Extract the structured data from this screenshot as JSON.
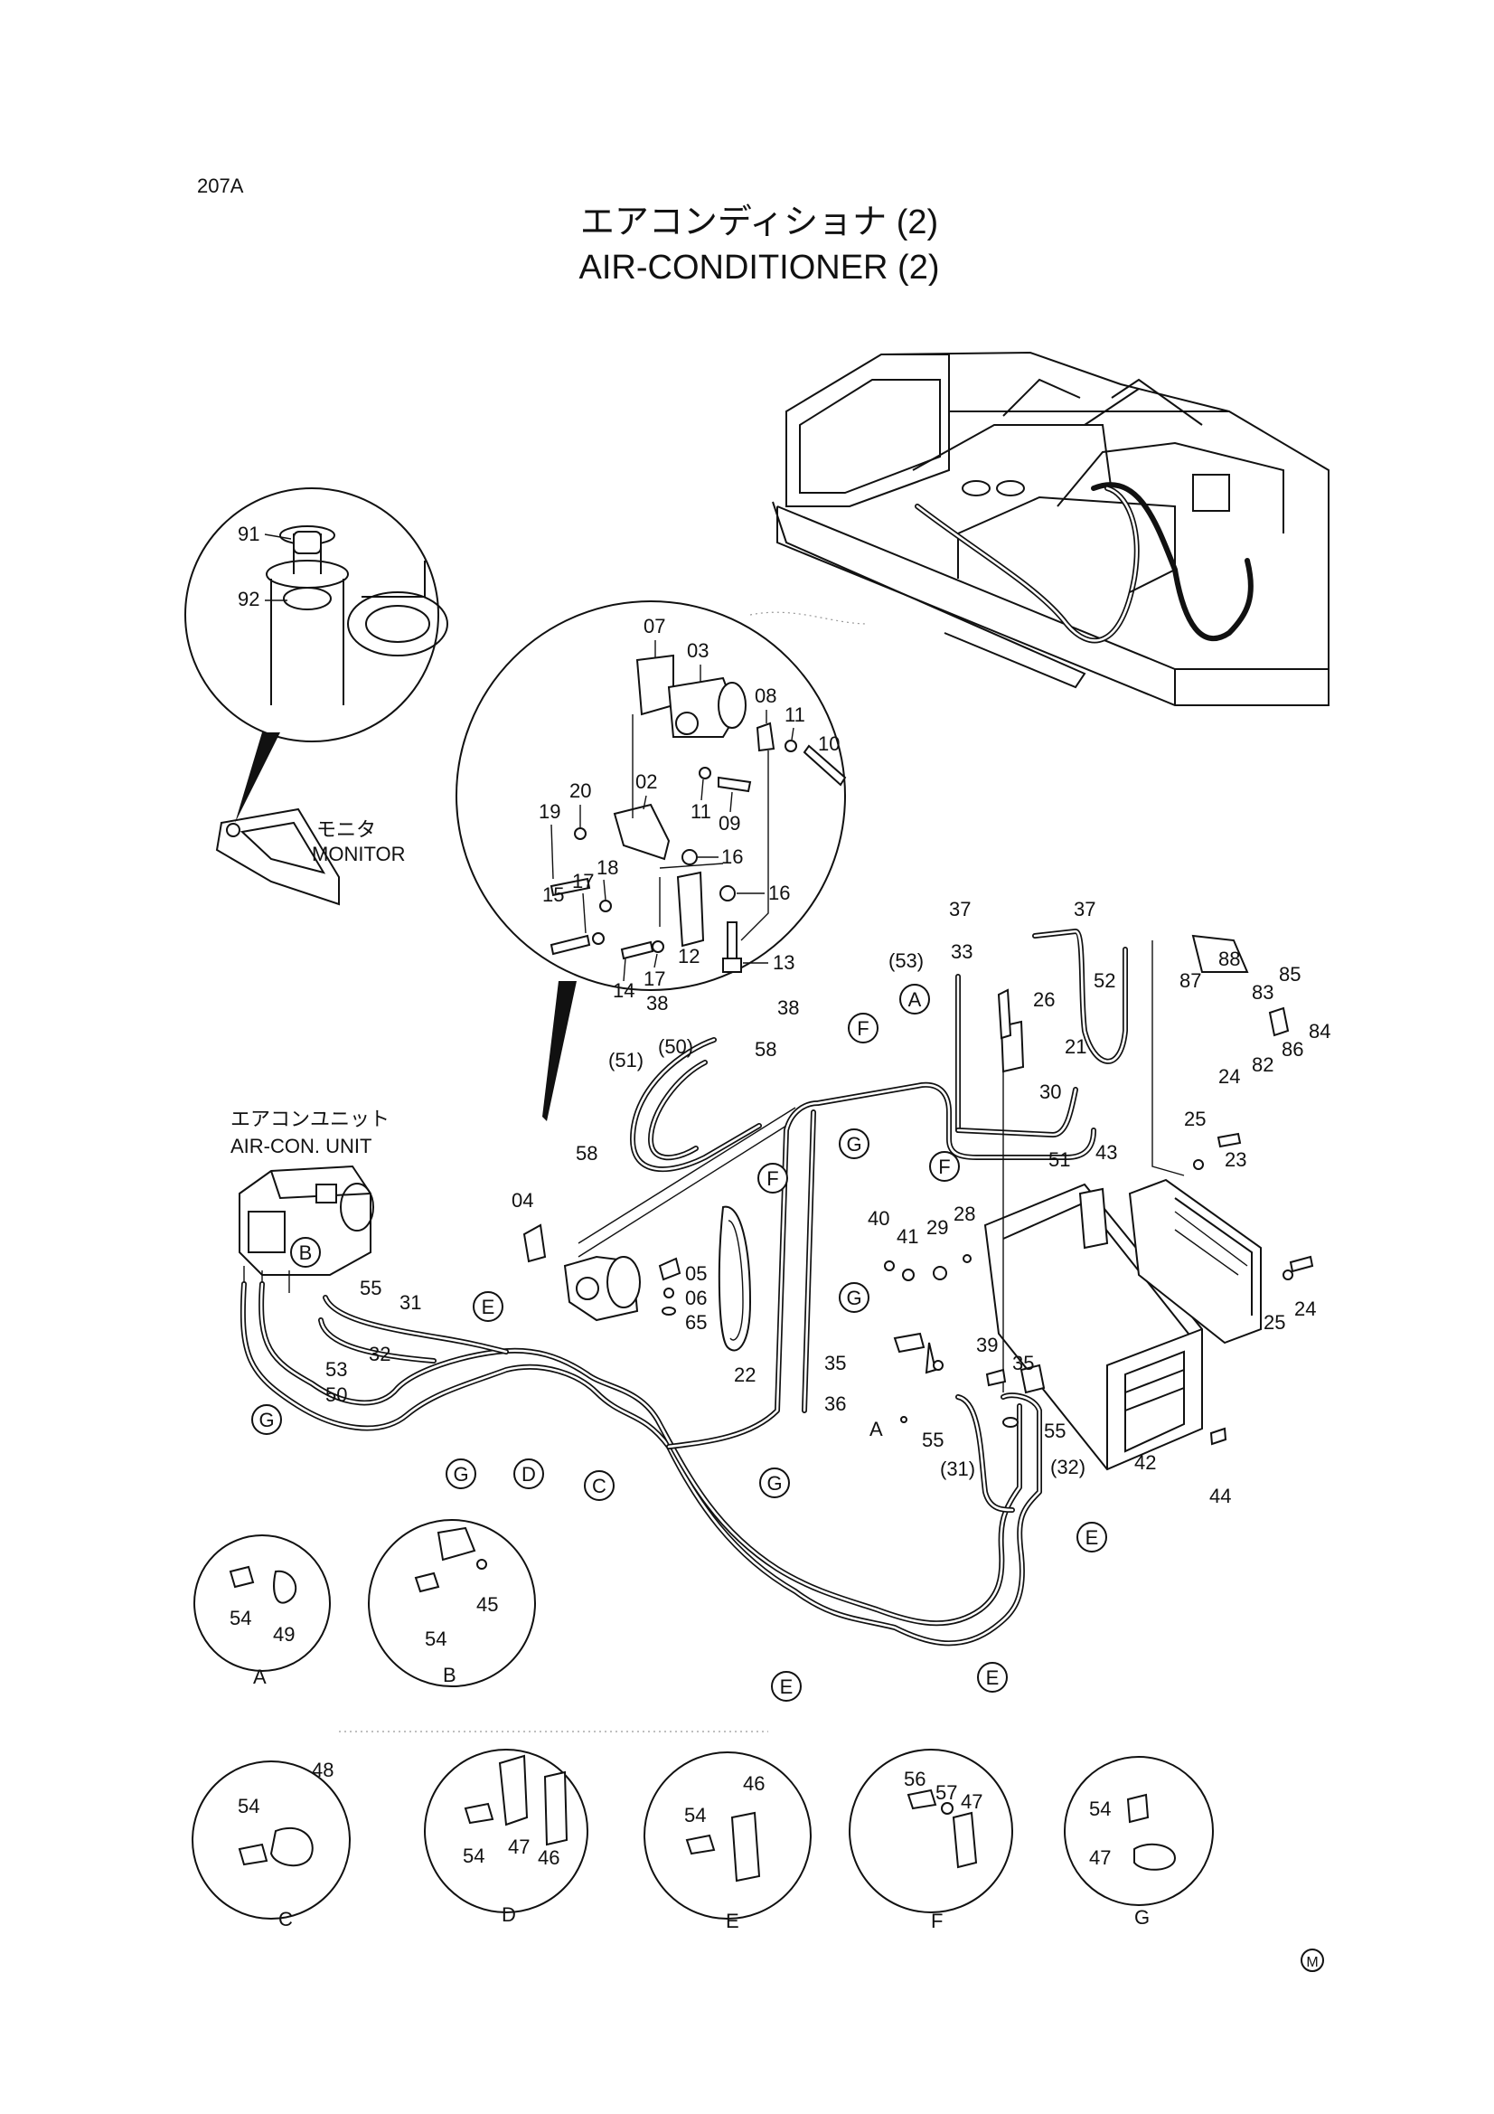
{
  "page_code": "207A",
  "title_jp": "エアコンディショナ (2)",
  "title_en": "AIR-CONDITIONER (2)",
  "callout_labels": {
    "monitor_jp": "モニタ",
    "monitor_en": "MONITOR",
    "aircon_unit_jp": "エアコンユニット",
    "aircon_unit_en": "AIR-CON. UNIT"
  },
  "mark": "M",
  "monitor_detail_parts": [
    "91",
    "92"
  ],
  "compressor_detail_parts": [
    "07",
    "03",
    "08",
    "11",
    "10",
    "11",
    "09",
    "19",
    "20",
    "02",
    "16",
    "16",
    "15",
    "17",
    "18",
    "14",
    "17",
    "12",
    "13"
  ],
  "main_parts": [
    "04",
    "05",
    "06",
    "65",
    "22",
    "55",
    "31",
    "32",
    "53",
    "50",
    "38",
    "38",
    "(50)",
    "(51)",
    "58",
    "58",
    "37",
    "37",
    "(53)",
    "33",
    "26",
    "52",
    "21",
    "30",
    "51",
    "87",
    "88",
    "83",
    "85",
    "84",
    "82",
    "86",
    "24",
    "25",
    "23",
    "43",
    "40",
    "41",
    "29",
    "28",
    "25",
    "24",
    "35",
    "36",
    "55",
    "(31)",
    "39",
    "35",
    "55",
    "(32)",
    "42",
    "44"
  ],
  "clamp_refs": [
    "A",
    "B",
    "C",
    "D",
    "E",
    "F",
    "G"
  ],
  "detail_views": [
    {
      "letter": "A",
      "parts": [
        "54",
        "49"
      ]
    },
    {
      "letter": "B",
      "parts": [
        "54",
        "45"
      ]
    },
    {
      "letter": "C",
      "parts": [
        "54",
        "48"
      ]
    },
    {
      "letter": "D",
      "parts": [
        "54",
        "47",
        "46"
      ]
    },
    {
      "letter": "E",
      "parts": [
        "54",
        "46"
      ]
    },
    {
      "letter": "F",
      "parts": [
        "56",
        "57",
        "47"
      ]
    },
    {
      "letter": "G",
      "parts": [
        "54",
        "47"
      ]
    }
  ]
}
